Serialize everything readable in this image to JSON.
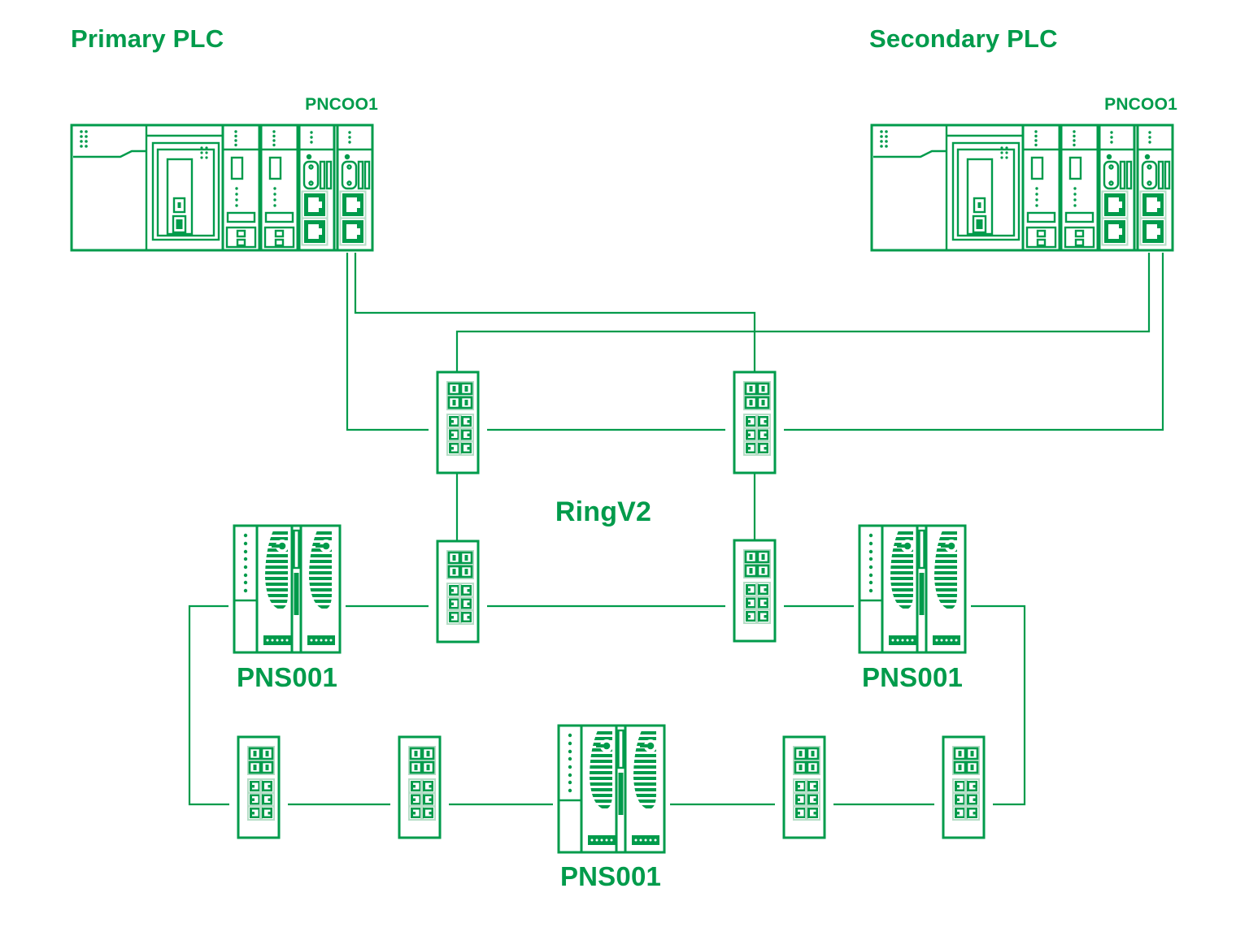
{
  "colors": {
    "green": "#009b4b",
    "lt": "#b5ddc6",
    "background": "#ffffff"
  },
  "nodes": {
    "primary_plc": {
      "title": "Primary PLC",
      "module_label": "PNCOO1"
    },
    "secondary_plc": {
      "title": "Secondary PLC",
      "module_label": "PNCOO1"
    },
    "ring": {
      "label": "RingV2"
    },
    "stations": [
      {
        "label": "PNS001"
      },
      {
        "label": "PNS001"
      },
      {
        "label": "PNS001"
      }
    ]
  }
}
